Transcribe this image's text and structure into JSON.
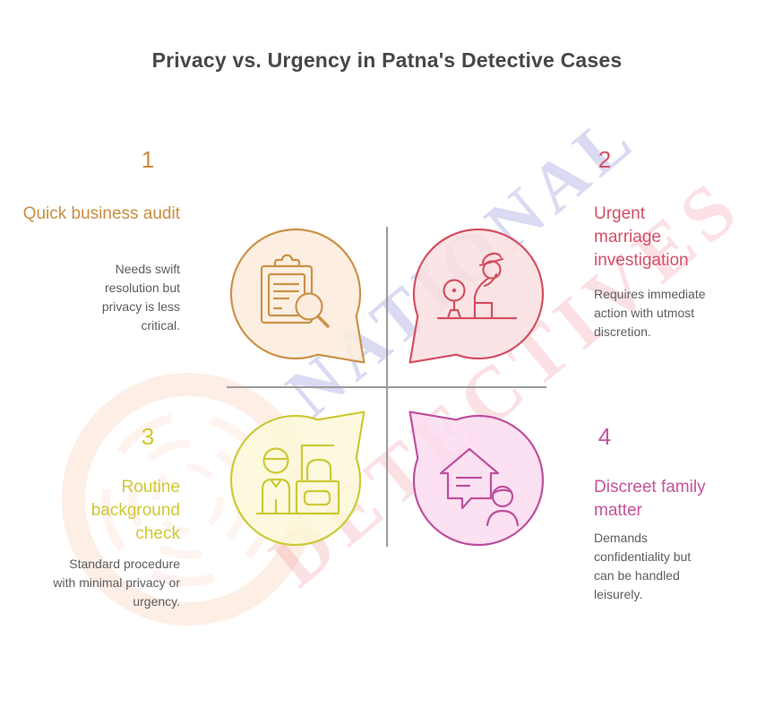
{
  "title": "Privacy vs. Urgency in Patna's Detective Cases",
  "watermark": {
    "line1": "NATIONAL",
    "line2": "DETECTIVES",
    "line1_color": "rgba(158,158,222,0.38)",
    "line2_color": "rgba(240,148,158,0.28)",
    "fingerprint_color": "rgba(246,176,141,0.22)"
  },
  "axes": {
    "line_color": "#9b9b9b"
  },
  "quadrants": [
    {
      "number": "1",
      "heading": "Quick business audit",
      "description": "Needs swift resolution but privacy is less critical.",
      "accent": "#cb8e41",
      "bubble_fill": "#fbecdd",
      "bubble_stroke": "#cc9148",
      "icon": "clipboard-magnifier"
    },
    {
      "number": "2",
      "heading": "Urgent marriage investigation",
      "description": "Requires immediate action with utmost discretion.",
      "accent": "#d45066",
      "bubble_fill": "#fadfe1",
      "bubble_stroke": "#d44f62",
      "icon": "detective-at-desk"
    },
    {
      "number": "3",
      "heading": "Routine background check",
      "description": "Standard procedure with minimal privacy or urgency.",
      "accent": "#cfc832",
      "bubble_fill": "#fbf8d8",
      "bubble_stroke": "#ccc937",
      "icon": "person-at-counter"
    },
    {
      "number": "4",
      "heading": "Discreet family matter",
      "description": "Demands confidentiality but can be handled leisurely.",
      "accent": "#c4539a",
      "bubble_fill": "#fadcf0",
      "bubble_stroke": "#bf4f9e",
      "icon": "house-chat-person"
    }
  ]
}
